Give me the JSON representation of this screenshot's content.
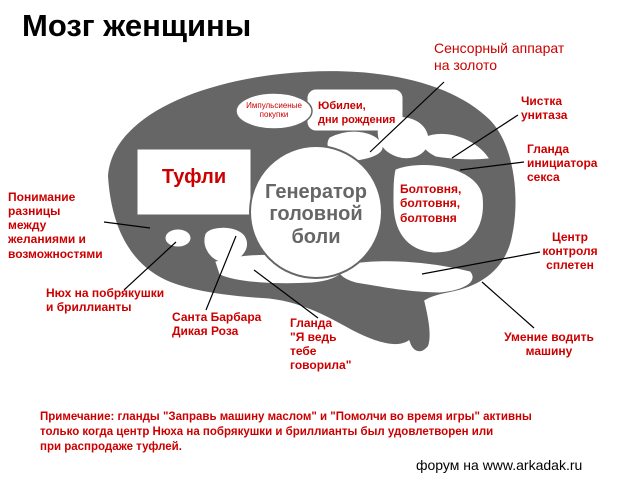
{
  "title": "Мозг женщины",
  "colors": {
    "brain": "#666666",
    "label": "#cc0000",
    "region": "#ffffff",
    "line": "#000000"
  },
  "regions": {
    "shoes": "Туфли",
    "headache": [
      "Генератор",
      "головной",
      "боли"
    ],
    "impulse": [
      "Импульсиеные",
      "покупки"
    ],
    "anniv": [
      "Юбилеи,",
      "дни рождения"
    ],
    "chatter": [
      "Болтовня,",
      "болтовня,",
      "болтовня"
    ]
  },
  "labels": {
    "sensory": [
      "Сенсорный аппарат",
      "на золото"
    ],
    "toilet": [
      "Чистка",
      "унитаза"
    ],
    "gland_sex": [
      "Гланда",
      "инициатора",
      "секса"
    ],
    "understanding": [
      "Понимание",
      "разницы",
      "между",
      "желаниями и",
      "возможностями"
    ],
    "gossip": [
      "Центр",
      "контроля",
      "сплетен"
    ],
    "sniff": [
      "Нюх на побрякушки",
      "и бриллианты"
    ],
    "santa": [
      "Санта Барбара",
      "Дикая Роза"
    ],
    "told_you": [
      "Гланда",
      "\"Я ведь",
      "тебе",
      "говорила\""
    ],
    "driving": [
      "Умение водить",
      "машину"
    ]
  },
  "note": [
    "Примечание: гланды \"Заправь машину маслом\" и \"Помолчи во время игры\" активны",
    "только когда центр Нюха на побрякушки и бриллианты был удовлетворен или",
    "при распродаже туфлей."
  ],
  "footer": "форум на www.arkadak.ru"
}
